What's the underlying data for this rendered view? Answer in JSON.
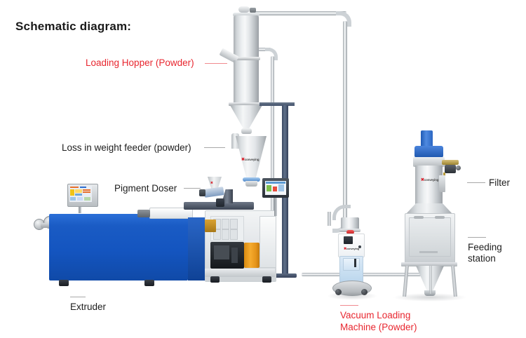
{
  "page": {
    "title": "Schematic diagram:",
    "background": "#ffffff"
  },
  "colors": {
    "title_text": "#1a1a1a",
    "label_text": "#1d1d1d",
    "highlight_text": "#e8262f",
    "leader_gray": "#9b9b9b",
    "leader_red": "#f08a8f",
    "extruder_blue": "#1455c0",
    "machine_silver": "#dfe3e6",
    "blower_blue": "#2f6fd0",
    "motor_orange": "#f0a019",
    "brand_red": "#d9232e"
  },
  "labels": [
    {
      "id": "loading-hopper",
      "text": "Loading Hopper (Powder)",
      "style": "red",
      "leader": "right"
    },
    {
      "id": "loss-in-weight-feeder",
      "text": "Loss in weight feeder (powder)",
      "style": "black",
      "leader": "right"
    },
    {
      "id": "pigment-doser",
      "text": "Pigment Doser",
      "style": "black",
      "leader": "right"
    },
    {
      "id": "filter",
      "text": "Filter",
      "style": "black",
      "leader": "left"
    },
    {
      "id": "feeding-station",
      "line1": "Feeding",
      "line2": "station",
      "style": "black",
      "leader": "top"
    },
    {
      "id": "extruder",
      "text": "Extruder",
      "style": "black",
      "leader": "top"
    },
    {
      "id": "vacuum-loading-machine",
      "line1": "Vacuum Loading",
      "line2": "Machine (Powder)",
      "style": "red",
      "leader": "top"
    }
  ],
  "equipment": [
    {
      "id": "loading-hopper",
      "name": "Loading Hopper (Powder)"
    },
    {
      "id": "loss-in-weight-feeder",
      "name": "Loss in weight feeder (powder)"
    },
    {
      "id": "pigment-doser",
      "name": "Pigment Doser"
    },
    {
      "id": "extruder",
      "name": "Extruder"
    },
    {
      "id": "vacuum-loading-machine",
      "name": "Vacuum Loading Machine (Powder)"
    },
    {
      "id": "feeding-station",
      "name": "Feeding station"
    },
    {
      "id": "filter",
      "name": "Filter"
    }
  ],
  "brand": {
    "mark": "✖",
    "name": "conveying"
  }
}
